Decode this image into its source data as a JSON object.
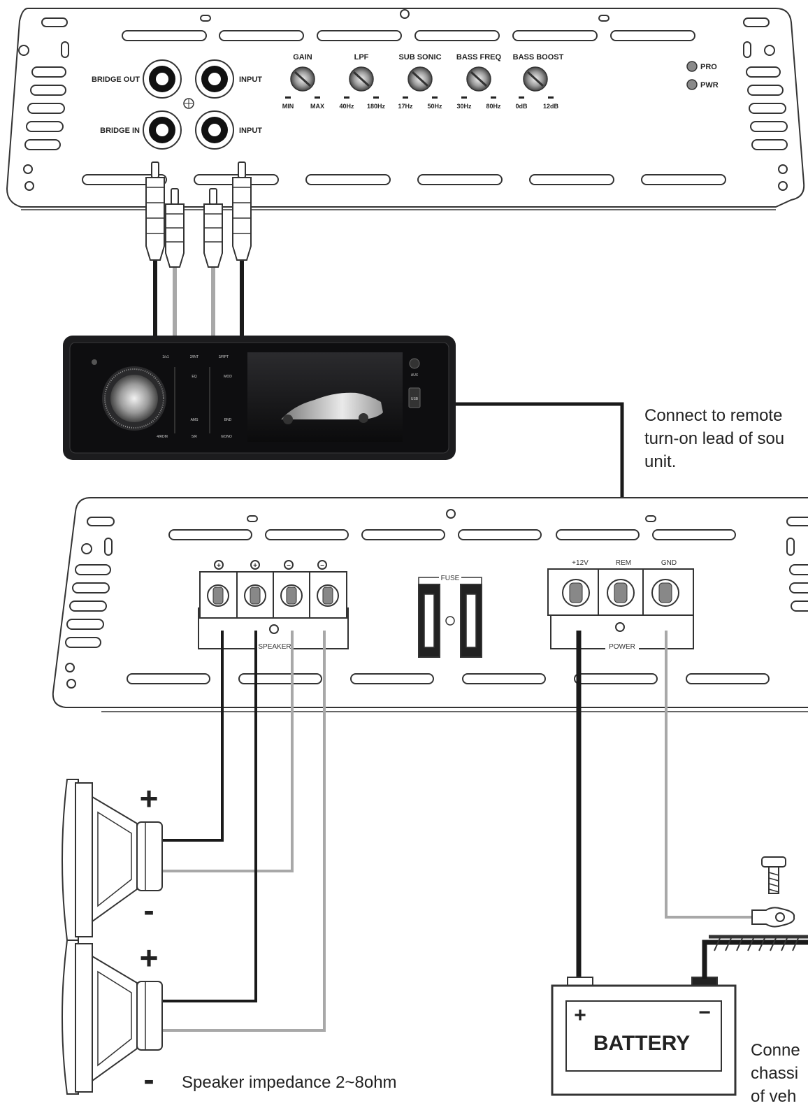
{
  "amp_top": {
    "bridge_out": "BRIDGE OUT",
    "bridge_in": "BRIDGE IN",
    "input_1": "INPUT",
    "input_2": "INPUT",
    "knobs": [
      {
        "label": "GAIN",
        "min": "MIN",
        "max": "MAX"
      },
      {
        "label": "LPF",
        "min": "40Hz",
        "max": "180Hz"
      },
      {
        "label": "SUB SONIC",
        "min": "17Hz",
        "max": "50Hz"
      },
      {
        "label": "BASS FREQ",
        "min": "30Hz",
        "max": "80Hz"
      },
      {
        "label": "BASS BOOST",
        "min": "0dB",
        "max": "12dB"
      }
    ],
    "led_pro": "PRO",
    "led_pwr": "PWR"
  },
  "head_unit": {
    "top_labels": [
      "1/x1",
      "2/INT",
      "3/RPT"
    ],
    "mid_labels": [
      "EQ",
      "MOD",
      "AMS",
      "BND"
    ],
    "bottom_labels": [
      "4/RDM",
      "5/R",
      "6/ONO"
    ],
    "aux": "AUX",
    "usb": "USB"
  },
  "amp_bottom": {
    "speaker_label": "SPEAKER",
    "fuse_label": "FUSE",
    "power_label": "POWER",
    "power_terms": [
      "+12V",
      "REM",
      "GND"
    ],
    "speaker_polarity": [
      "+",
      "+",
      "−",
      "−"
    ]
  },
  "notes": {
    "remote_lines": [
      "Connect to remote",
      "turn-on lead of sou",
      "unit."
    ],
    "chassis_lines": [
      "Conne",
      "chassi",
      "of veh"
    ],
    "impedance": "Speaker impedance 2~8ohm"
  },
  "speakers": {
    "plus": "+",
    "minus": "-"
  },
  "battery": {
    "label": "BATTERY",
    "plus": "+",
    "minus": "−"
  },
  "colors": {
    "wire_dark": "#1a1a1a",
    "wire_light": "#a8a8a8",
    "outline": "#333333",
    "headunit_body": "#1c1c1e"
  }
}
